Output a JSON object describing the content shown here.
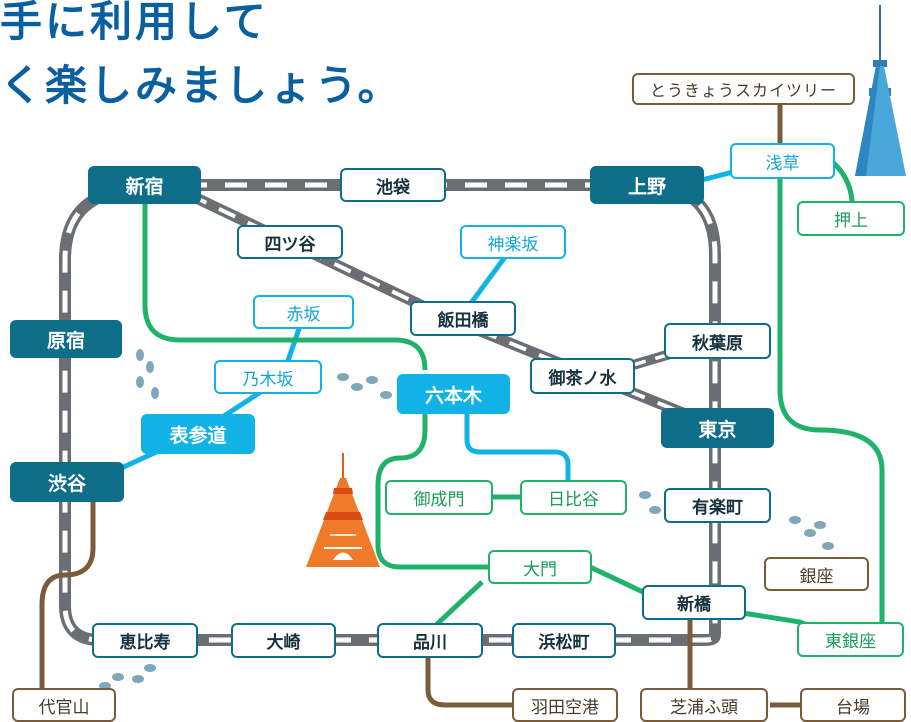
{
  "header": {
    "line1": "手に利用して",
    "line2": "く楽しみましょう。"
  },
  "colors": {
    "jr_gray": "#6b6f73",
    "cyan_line": "#11b2e6",
    "green_line": "#1fb26a",
    "brown_line": "#7a5b3a",
    "hub_fill": "#0e6e8a",
    "cyan_fill": "#11b2e6"
  },
  "icons": [
    "tokyo-skytree-icon",
    "tokyo-tower-icon",
    "footprints-icon"
  ],
  "stations": {
    "shinjuku": "新宿",
    "ikebukuro": "池袋",
    "ueno": "上野",
    "asakusa": "浅草",
    "skytree": "とうきょうスカイツリー",
    "oshiage": "押上",
    "yotsuya": "四ツ谷",
    "kagurazaka": "神楽坂",
    "iidabashi": "飯田橋",
    "akasaka": "赤坂",
    "harajuku": "原宿",
    "akihabara": "秋葉原",
    "ochanomizu": "御茶ノ水",
    "nogizaka": "乃木坂",
    "roppongi": "六本木",
    "omotesando": "表参道",
    "tokyo": "東京",
    "shibuya": "渋谷",
    "onarimon": "御成門",
    "hibiya": "日比谷",
    "yurakucho": "有楽町",
    "ginza": "銀座",
    "daimon": "大門",
    "shinbashi": "新橋",
    "ebisu": "恵比寿",
    "osaki": "大崎",
    "shinagawa": "品川",
    "hamamatsucho": "浜松町",
    "higashiginza": "東銀座",
    "daikanyama": "代官山",
    "haneda": "羽田空港",
    "shibaura": "芝浦ふ頭",
    "daiba": "台場"
  }
}
